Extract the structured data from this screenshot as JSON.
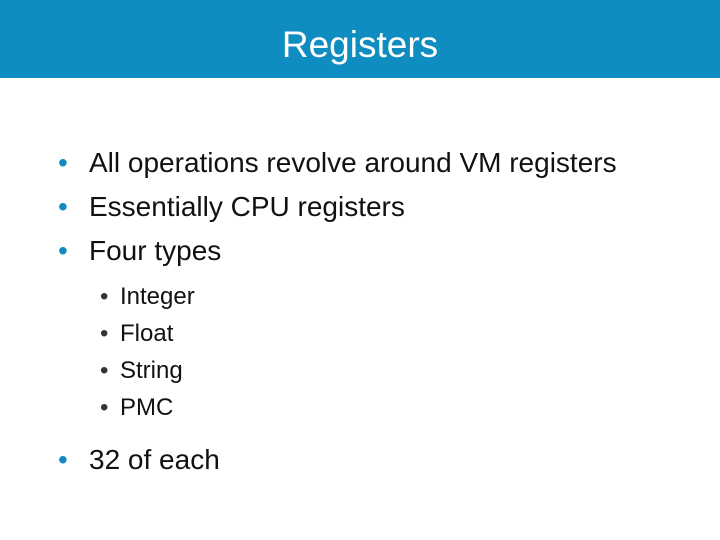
{
  "slide": {
    "title": "Registers",
    "bullets": [
      "All operations revolve around VM registers",
      "Essentially CPU registers",
      "Four types"
    ],
    "sub_bullets": [
      "Integer",
      "Float",
      "String",
      "PMC"
    ],
    "last_bullet": "32 of each",
    "bullet_glyph": "•",
    "colors": {
      "title_bar": "#0f8cc0",
      "title_text": "#ffffff",
      "body_text": "#111111"
    }
  }
}
